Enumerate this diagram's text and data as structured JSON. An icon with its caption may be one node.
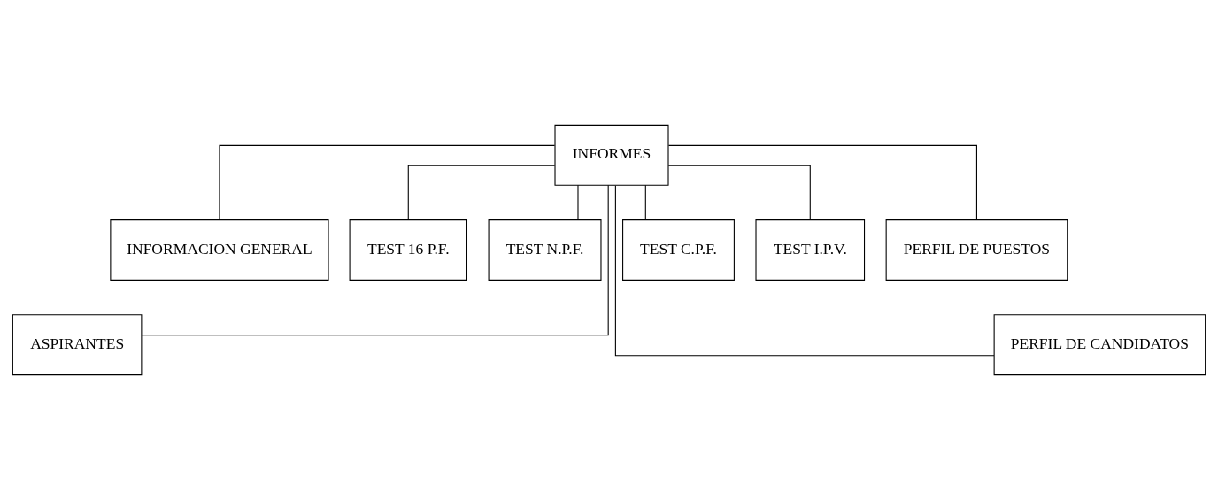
{
  "diagram": {
    "nodes": [
      {
        "text": [
          "INFORMES"
        ]
      },
      {
        "text": [
          "INFORMACION GENERAL"
        ]
      },
      {
        "text": [
          "TEST 16 P.F."
        ]
      },
      {
        "text": [
          "TEST N.P.F."
        ]
      },
      {
        "text": [
          "TEST C.P.F."
        ]
      },
      {
        "text": [
          "TEST I.P.V."
        ]
      },
      {
        "text": [
          "PERFIL DE PUESTOS"
        ]
      },
      {
        "text": [
          "ASPIRANTES"
        ]
      },
      {
        "text": [
          "PERFIL DE CANDIDATOS"
        ]
      }
    ],
    "edges": [
      {
        "from": 0,
        "to": 7,
        "arrow": "none"
      },
      {
        "from": 0,
        "to": 1,
        "arrow": "none"
      },
      {
        "from": 0,
        "to": 2,
        "arrow": "none"
      },
      {
        "from": 0,
        "to": 3,
        "arrow": "none"
      },
      {
        "from": 0,
        "to": 4,
        "arrow": "none"
      },
      {
        "from": 0,
        "to": 5,
        "arrow": "none"
      },
      {
        "from": 0,
        "to": 6,
        "arrow": "none"
      },
      {
        "from": 0,
        "to": 8,
        "arrow": "none"
      }
    ]
  }
}
